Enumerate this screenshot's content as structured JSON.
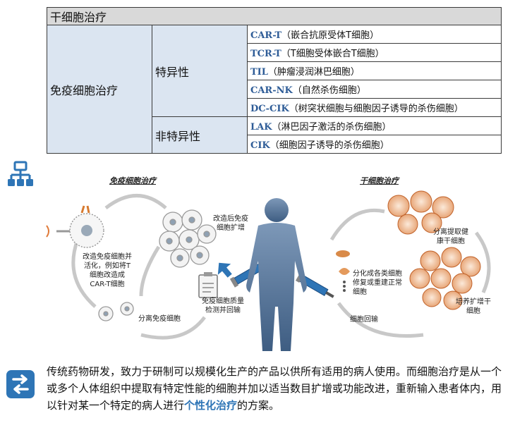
{
  "table": {
    "header": "干细胞治疗",
    "category": "免疫细胞治疗",
    "groups": [
      {
        "label": "特异性",
        "items": [
          {
            "abbr": "CAR-T",
            "desc": "（嵌合抗原受体T细胞）"
          },
          {
            "abbr": "TCR-T",
            "desc": "（T细胞受体嵌合T细胞）"
          },
          {
            "abbr": "TIL",
            "desc": "（肿瘤浸润淋巴细胞）"
          },
          {
            "abbr": "CAR-NK",
            "desc": "（自然杀伤细胞）"
          },
          {
            "abbr": "DC-CIK",
            "desc": "（树突状细胞与细胞因子诱导的杀伤细胞）"
          }
        ]
      },
      {
        "label": "非特异性",
        "items": [
          {
            "abbr": "LAK",
            "desc": "（淋巴因子激活的杀伤细胞）"
          },
          {
            "abbr": "CIK",
            "desc": "（细胞因子诱导的杀伤细胞）"
          }
        ]
      }
    ]
  },
  "diagram": {
    "left_title": "免疫细胞治疗",
    "right_title": "干细胞治疗",
    "left_labels": {
      "expand": "改造后免疫\n细胞扩增",
      "modify": "改造免疫细胞并\n活化，例如将T\n细胞改造成\nCAR-T细胞",
      "qc": "免疫细胞质量\n检测并回输",
      "isolate": "分离免疫细胞"
    },
    "right_labels": {
      "extract": "分离提取健\n康干细胞",
      "culture": "培养扩增干\n细胞",
      "differentiate": "分化成各类细胞\n修复或重建正常\n细胞",
      "reinfuse": "细胞回输"
    }
  },
  "paragraph": {
    "text_before": "传统药物研发，致力于研制可以规模化生产的产品以供所有适用的病人使用。而细胞治疗是从一个或多个人体组织中提取有特定性能的细胞并加以适当数目扩增或功能改进，重新输入患者体内，用以针对某一个特定的病人进行",
    "highlight": "个性化治疗",
    "text_after": "的方案。"
  },
  "icons": {
    "flow": "flowchart-icon",
    "exchange": "exchange-icon"
  },
  "colors": {
    "accent": "#2e75b6",
    "table_fill": "#dbe5f1",
    "header_fill": "#d9d9d9",
    "abbr": "#2e5c97"
  }
}
